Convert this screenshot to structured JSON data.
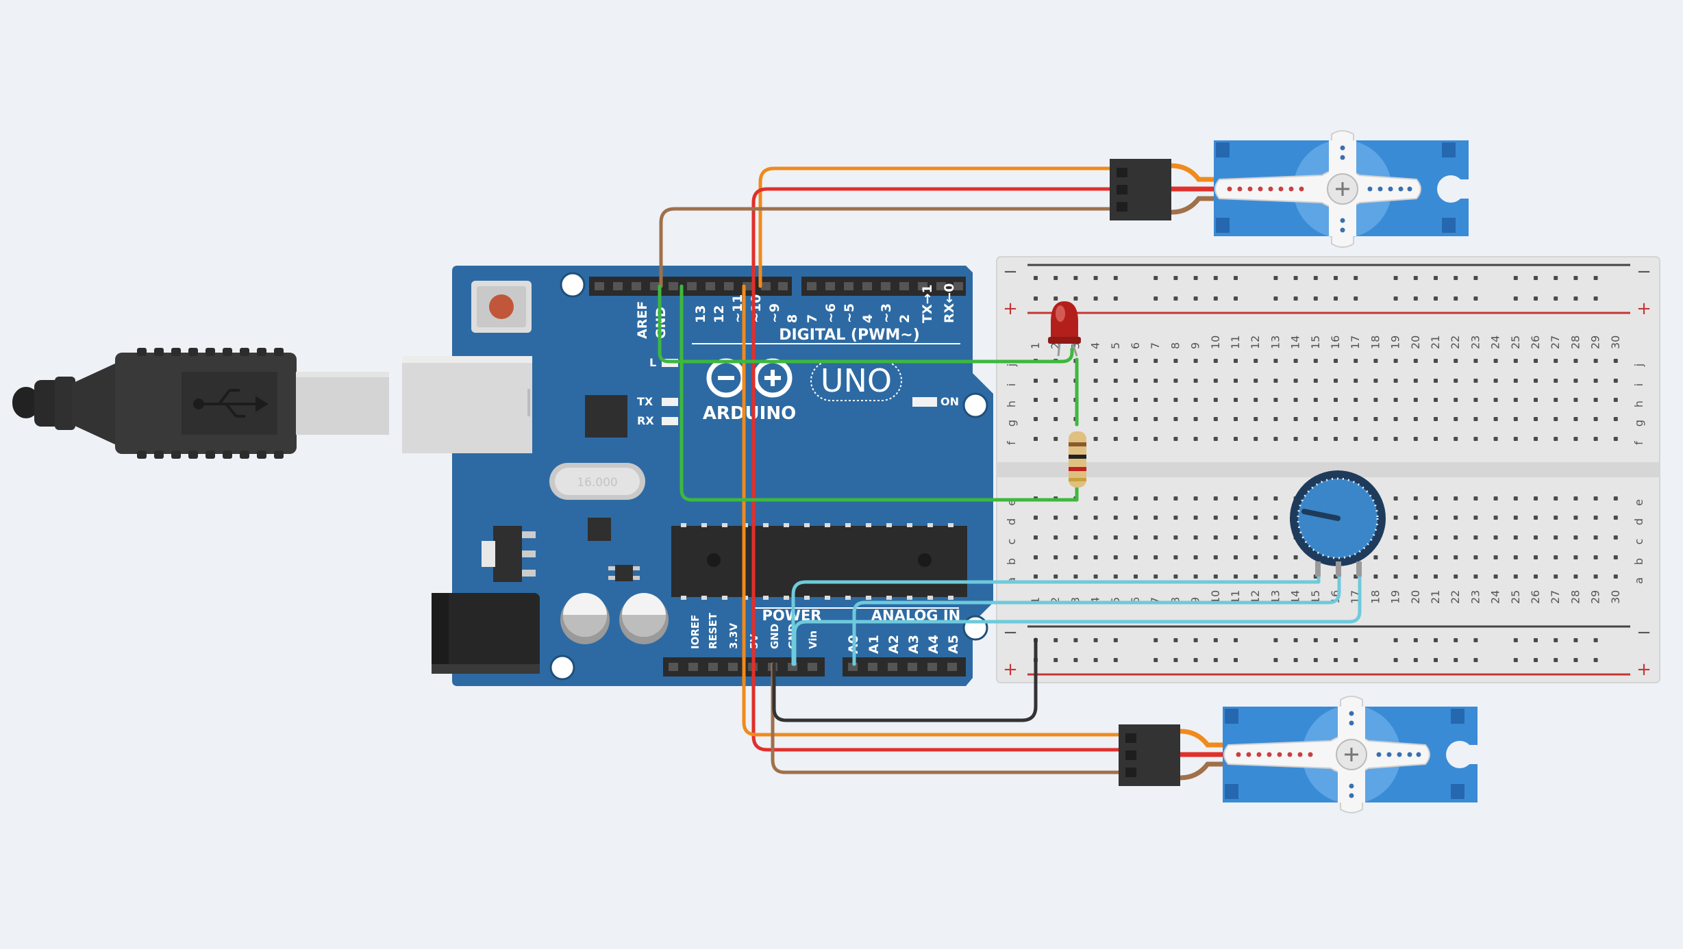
{
  "colors": {
    "background": "#eef1f5",
    "board": "#2d6aa3",
    "breadboard": "#e6e6e6",
    "wire_green": "#3db83d",
    "wire_orange": "#f08a1c",
    "wire_red": "#e0302c",
    "wire_brown": "#a0704a",
    "wire_cyan": "#6ecadc",
    "wire_black": "#333333",
    "servo": "#3a8bd6",
    "led": "#b3201b"
  },
  "arduino": {
    "logo_text": "ARDUINO",
    "model": "UNO",
    "digital_label": "DIGITAL (PWM~)",
    "power_label": "POWER",
    "analog_label": "ANALOG IN",
    "on_label": "ON",
    "l_label": "L",
    "tx_label": "TX",
    "rx_label": "RX",
    "crystal_text": "16.000",
    "digital_pins": [
      "AREF",
      "GND",
      "13",
      "12",
      "~11",
      "~10",
      "~9",
      "8",
      "7",
      "~6",
      "~5",
      "4",
      "~3",
      "2",
      "TX→1",
      "RX←0"
    ],
    "power_pins": [
      "IOREF",
      "RESET",
      "3.3V",
      "5V",
      "GND",
      "GND",
      "Vin"
    ],
    "analog_pins": [
      "A0",
      "A1",
      "A2",
      "A3",
      "A4",
      "A5"
    ]
  },
  "breadboard": {
    "minus": "−",
    "plus": "+",
    "rows_top": [
      "j",
      "i",
      "h",
      "g",
      "f"
    ],
    "rows_bottom": [
      "e",
      "d",
      "c",
      "b",
      "a"
    ],
    "columns": 30
  },
  "icons": {
    "usb": "usb-icon",
    "servo_hub": "plus-icon"
  }
}
